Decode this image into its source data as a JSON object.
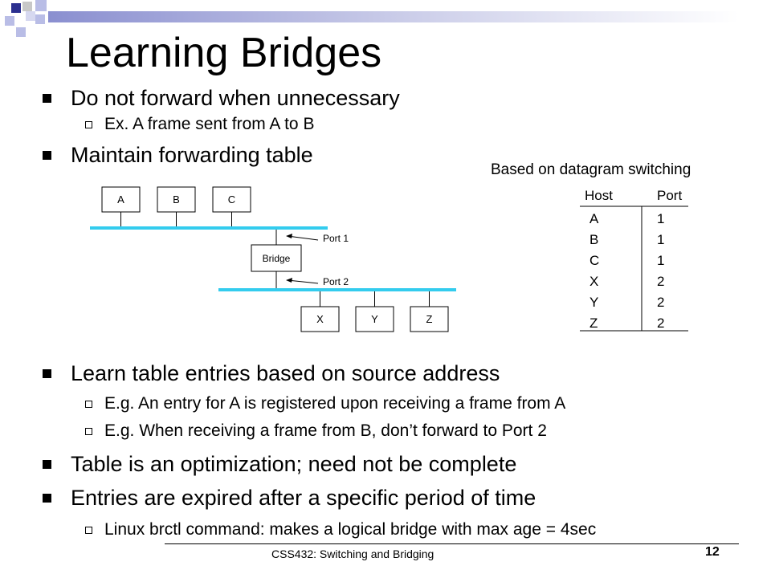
{
  "slide": {
    "title": "Learning Bridges",
    "bullets": [
      "Do not forward when unnecessary",
      "Maintain forwarding table",
      "Learn table entries based on source address",
      "Table is an optimization; need not be complete",
      "Entries are expired after a specific period of time"
    ],
    "subbullets": [
      "Ex. A frame sent from A to B",
      "E.g. An entry for A is registered upon receiving a frame from A",
      "E.g. When receiving a frame from B, don’t forward to Port 2",
      "Linux brctl command: makes a logical bridge with max age = 4sec"
    ]
  },
  "diagram": {
    "top_hosts": [
      "A",
      "B",
      "C"
    ],
    "bottom_hosts": [
      "X",
      "Y",
      "Z"
    ],
    "bridge_label": "Bridge",
    "port1_label": "Port 1",
    "port2_label": "Port 2",
    "lan_color": "#33ccee"
  },
  "table": {
    "caption": "Based on datagram switching",
    "header_host": "Host",
    "header_port": "Port",
    "rows": [
      {
        "host": "A",
        "port": "1"
      },
      {
        "host": "B",
        "port": "1"
      },
      {
        "host": "C",
        "port": "1"
      },
      {
        "host": "X",
        "port": "2"
      },
      {
        "host": "Y",
        "port": "2"
      },
      {
        "host": "Z",
        "port": "2"
      }
    ]
  },
  "footer": {
    "text": "CSS432: Switching and Bridging",
    "page_number": "12"
  },
  "colors": {
    "accent_blue": "#2b2f8f",
    "accent_light": "#b9bde6",
    "accent_gray": "#c8c8c8"
  }
}
